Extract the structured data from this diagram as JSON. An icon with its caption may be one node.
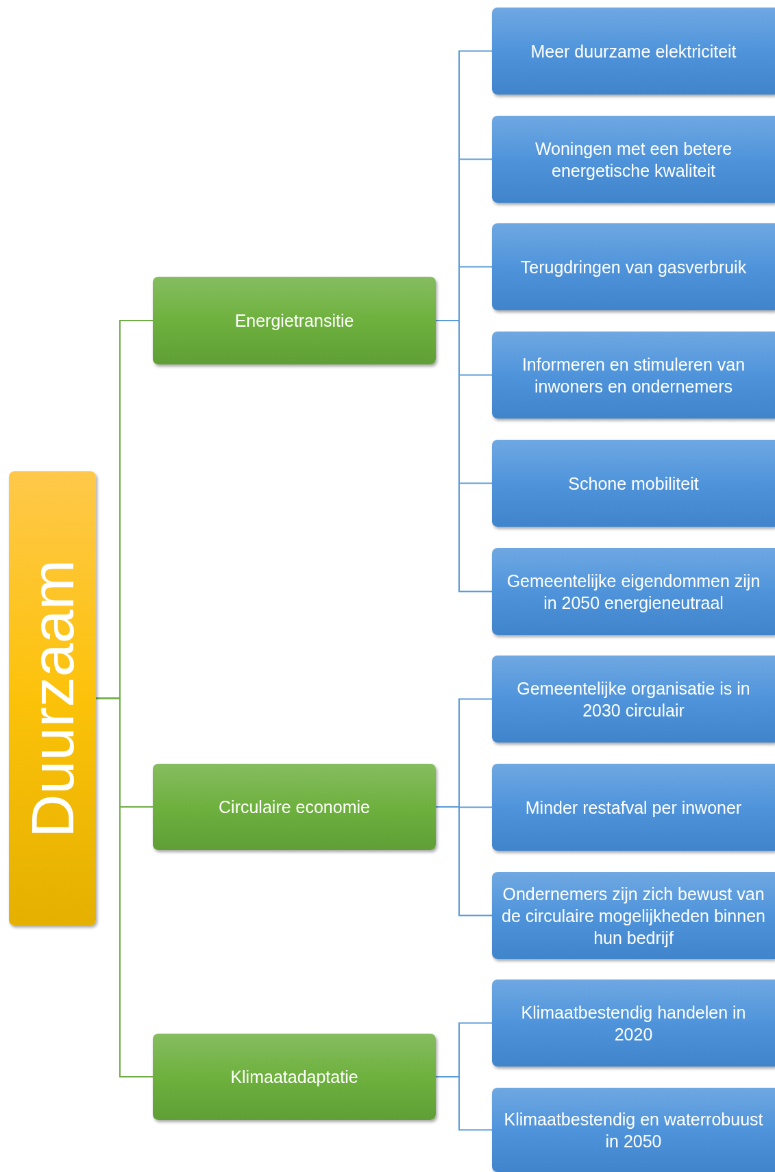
{
  "diagram": {
    "nodes": [
      {
        "text": [
          "Duurzaam"
        ]
      },
      {
        "text": [
          "Energietransitie"
        ]
      },
      {
        "text": [
          "Meer duurzame elektriciteit"
        ]
      },
      {
        "text": [
          "Woningen met een betere energetische kwaliteit"
        ]
      },
      {
        "text": [
          "Terugdringen van gasverbruik"
        ]
      },
      {
        "text": [
          "Informeren en stimuleren van inwoners en ondernemers"
        ]
      },
      {
        "text": [
          "Schone mobiliteit"
        ]
      },
      {
        "text": [
          "Gemeentelijke eigendommen zijn in 2050 energieneutraal"
        ]
      },
      {
        "text": [
          "Circulaire economie"
        ]
      },
      {
        "text": [
          "Gemeentelijke organisatie is in 2030 circulair"
        ]
      },
      {
        "text": [
          "Minder restafval per inwoner"
        ]
      },
      {
        "text": [
          "Ondernemers zijn zich bewust van de circulaire mogelijkheden binnen hun bedrijf"
        ]
      },
      {
        "text": [
          "Klimaatadaptatie"
        ]
      },
      {
        "text": [
          "Klimaatbestendig handelen in 2020"
        ]
      },
      {
        "text": [
          "Klimaatbestendig en waterrobuust in 2050"
        ]
      }
    ],
    "edges": [
      {
        "from": 0,
        "to": 1,
        "arrow": "none",
        "color": "#70ad47"
      },
      {
        "from": 0,
        "to": 8,
        "arrow": "none",
        "color": "#70ad47"
      },
      {
        "from": 0,
        "to": 12,
        "arrow": "none",
        "color": "#70ad47"
      },
      {
        "from": 1,
        "to": 2,
        "arrow": "none"
      },
      {
        "from": 1,
        "to": 3,
        "arrow": "none"
      },
      {
        "from": 1,
        "to": 4,
        "arrow": "none"
      },
      {
        "from": 1,
        "to": 5,
        "arrow": "none"
      },
      {
        "from": 1,
        "to": 6,
        "arrow": "none"
      },
      {
        "from": 1,
        "to": 7,
        "arrow": "none"
      },
      {
        "from": 8,
        "to": 9,
        "arrow": "none"
      },
      {
        "from": 8,
        "to": 10,
        "arrow": "none"
      },
      {
        "from": 8,
        "to": 11,
        "arrow": "none"
      },
      {
        "from": 12,
        "to": 13,
        "arrow": "none"
      },
      {
        "from": 12,
        "to": 14,
        "arrow": "none"
      }
    ]
  }
}
